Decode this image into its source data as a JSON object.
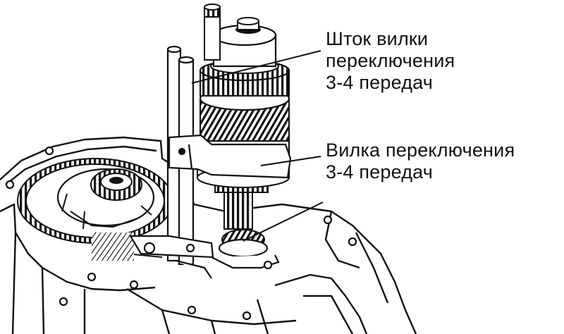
{
  "callouts": [
    {
      "lines": [
        "Шток вилки",
        "переключения",
        "3-4 передач"
      ]
    },
    {
      "lines": [
        "Вилка переключения",
        "3-4 передач"
      ]
    }
  ],
  "colors": {
    "ink": "#111111",
    "background": "#ffffff"
  }
}
